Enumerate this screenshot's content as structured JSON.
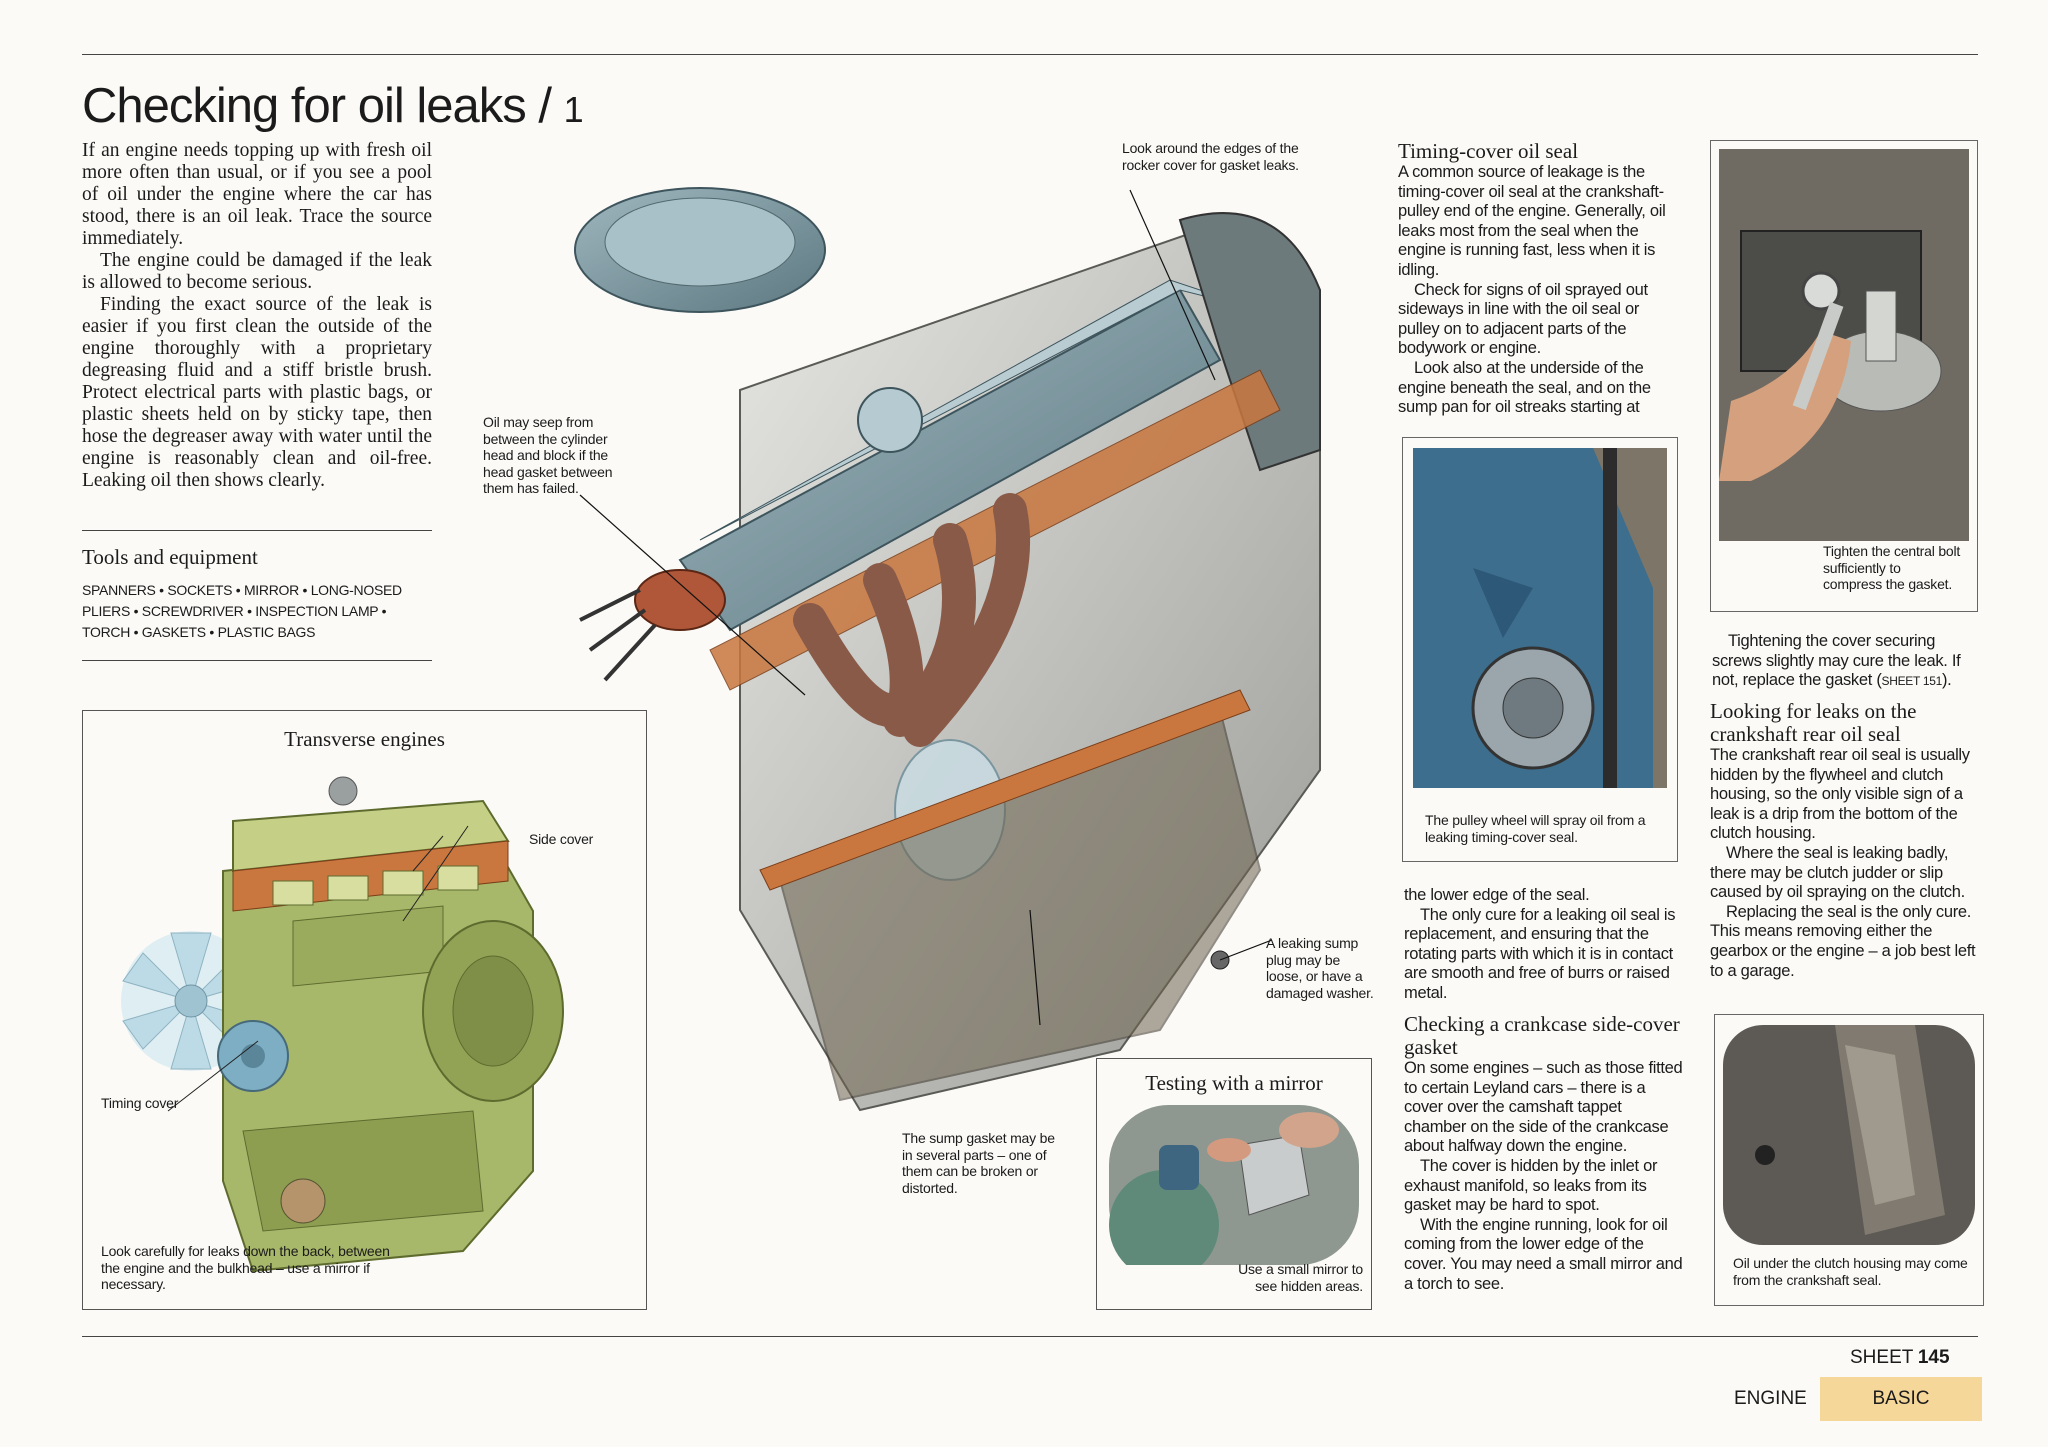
{
  "title": {
    "main": "Checking for oil leaks /",
    "num": "1"
  },
  "intro": [
    "If an engine needs topping up with fresh oil more often than usual, or if you see a pool of oil under the engine where the car has stood, there is an oil leak. Trace the source immediately.",
    "The engine could be damaged if the leak is allowed to become serious.",
    "Finding the exact source of the leak is easier if you first clean the outside of the engine thoroughly with a proprietary degreasing fluid and a stiff bristle brush. Protect electrical parts with plastic bags, or plastic sheets held on by sticky tape, then hose the degreaser away with water until the engine is reasonably clean and oil-free. Leaking oil then shows clearly."
  ],
  "tools": {
    "heading": "Tools and equipment",
    "line1": "SPANNERS • SOCKETS • MIRROR • LONG-NOSED",
    "line2": "PLIERS • SCREWDRIVER • INSPECTION LAMP •",
    "line3": "TORCH • GASKETS • PLASTIC BAGS"
  },
  "transverse": {
    "heading": "Transverse engines",
    "side_cover": "Side cover",
    "timing_cover": "Timing cover",
    "caption": "Look carefully for leaks down the back, between the engine and the bulkhead – use a mirror if necessary."
  },
  "callouts": {
    "rocker": "Look around the edges of the rocker cover for gasket leaks.",
    "head": "Oil may seep from between the cylinder head and block if the head gasket between them has failed.",
    "sump_plug": "A leaking sump plug may be loose, or have a damaged washer.",
    "sump_gasket": "The sump gasket may be in several parts – one of them can be broken or distorted."
  },
  "mirror": {
    "heading": "Testing with a mirror",
    "caption": "Use a small mirror to see hidden areas."
  },
  "timing": {
    "heading": "Timing-cover oil seal",
    "p1": "A common source of leakage is the timing-cover oil seal at the crankshaft-pulley end of the engine. Generally, oil leaks most from the seal when the engine is running fast, less when it is idling.",
    "p2": "Check for signs of oil sprayed out sideways in line with the oil seal or pulley on to adjacent parts of the bodywork or engine.",
    "p3": "Look also at the underside of the engine beneath the seal, and on the sump pan for oil streaks starting at",
    "pulley_caption": "The pulley wheel will spray oil from a leaking timing-cover seal.",
    "p4": "the lower edge of the seal.",
    "p5": "The only cure for a leaking oil seal is replacement, and ensuring that the rotating parts with which it is in contact are smooth and free of burrs or raised metal."
  },
  "crankcase": {
    "heading": "Checking a crankcase side-cover gasket",
    "p1": "On some engines – such as those fitted to certain Leyland cars – there is a cover over the camshaft tappet chamber on the side of the crankcase about halfway down the engine.",
    "p2": "The cover is hidden by the inlet or exhaust manifold, so leaks from its gasket may be hard to spot.",
    "p3": "With the engine running, look for oil coming from the lower edge of the cover. You may need a small mirror and a torch to see."
  },
  "right": {
    "tighten_caption": "Tighten the central bolt sufficiently to compress the gasket.",
    "p1_pre": "Tightening the cover securing screws slightly may cure the leak. If not, replace the gasket (",
    "p1_ref": "SHEET 151",
    "p1_post": ").",
    "heading": "Looking for leaks on the crankshaft rear oil seal",
    "p2": "The crankshaft rear oil seal is usually hidden by the flywheel and clutch housing, so the only visible sign of a leak is a drip from the bottom of the clutch housing.",
    "p3": "Where the seal is leaking badly, there may be clutch judder or slip caused by oil spraying on the clutch.",
    "p4": "Replacing the seal is the only cure. This means removing either the gearbox or the engine – a job best left to a garage.",
    "clutch_caption": "Oil under the clutch housing may come from the crankshaft seal."
  },
  "footer": {
    "sheet_label": "SHEET",
    "sheet_num": "145",
    "section": "ENGINE",
    "level": "BASIC"
  }
}
